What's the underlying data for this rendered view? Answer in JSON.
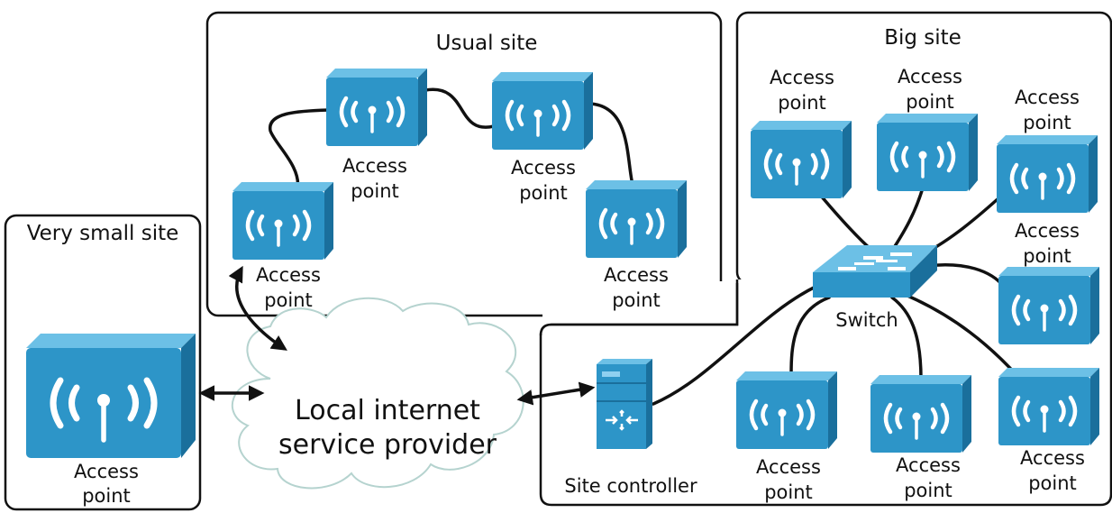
{
  "colors": {
    "device_front": "#2d95c8",
    "device_top": "#6cc0e6",
    "device_side": "#1a6f9c",
    "cloud_fill": "#ffffff",
    "cloud_stroke": "#b5d3cf",
    "line": "#111111"
  },
  "sites": {
    "very_small": {
      "title": "Very small site"
    },
    "usual": {
      "title": "Usual site"
    },
    "big": {
      "title": "Big site"
    }
  },
  "cloud": {
    "line1": "Local internet",
    "line2": "service provider"
  },
  "labels": {
    "access_point_line1": "Access",
    "access_point_line2": "point",
    "switch": "Switch",
    "site_controller": "Site controller"
  },
  "icons": {
    "access_point": "wireless-access-point-icon",
    "switch": "network-switch-icon",
    "controller": "server-controller-icon",
    "cloud": "cloud-icon"
  }
}
